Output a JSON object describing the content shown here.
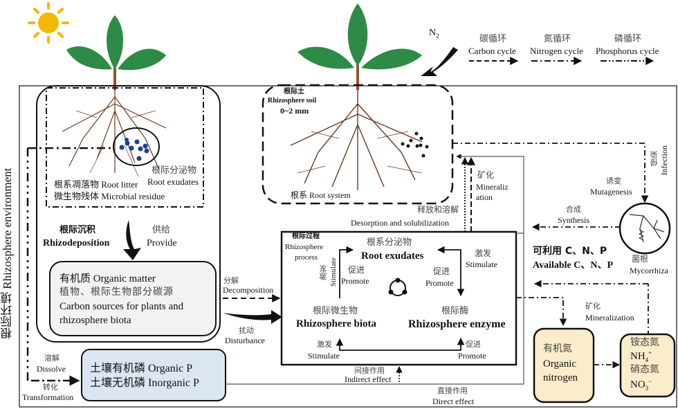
{
  "legend": {
    "carbon": {
      "zh": "碳循环",
      "en": "Carbon cycle"
    },
    "nitrogen": {
      "zh": "氮循环",
      "en": "Nitrogen cycle"
    },
    "phosphorus": {
      "zh": "磷循环",
      "en": "Phosphorus cycle"
    }
  },
  "n2": "N",
  "n2_sub": "2",
  "env_label": "根际环境 Rhizosphere environment",
  "left": {
    "root_exudates_zh": "根际分泌物",
    "root_exudates_en": "Root exudates",
    "root_litter": "根系凋落物 Root litter",
    "microbial_residue": "微生物残体 Microbial residue",
    "rhizodeposition_zh": "根际沉积",
    "rhizodeposition_en": "Rhizodeposition",
    "provide_zh": "供给",
    "provide_en": "Provide",
    "organic_matter_l1": "有机质 Organic matter",
    "organic_matter_l2": "植物、根际生物部分碳源",
    "organic_matter_l3": "Carbon sources for plants and",
    "organic_matter_l4": "rhizosphere biota",
    "decomposition_zh": "分解",
    "decomposition_en": "Decomposition",
    "disturbance_zh": "扰动",
    "disturbance_en": "Disturbance",
    "dissolve_zh": "溶解",
    "dissolve_en": "Dissolve",
    "transformation_zh": "转化",
    "transformation_en": "Transformation",
    "organic_p": "土壤有机磷 Organic P",
    "inorganic_p": "土壤无机磷 Inorganic P"
  },
  "soil": {
    "title_zh": "根际土",
    "title_en": "Rhizosphere soil",
    "depth": "0~2 mm",
    "root_system": "根系 Root system",
    "desorption_zh": "释放和溶解",
    "desorption_en": "Desorption and solubilization",
    "mineraliz_zh": "矿化",
    "mineraliz_en1": "Mineraliz",
    "mineraliz_en2": "ation"
  },
  "process": {
    "title_zh": "根际过程",
    "title_en1": "Rhizosphere",
    "title_en2": "process",
    "root_exudates_zh": "根系分泌物",
    "root_exudates_en": "Root exudates",
    "biota_zh": "根际微生物",
    "biota_en": "Rhizosphere biota",
    "enzyme_zh": "根际酶",
    "enzyme_en": "Rhizosphere enzyme",
    "stimulate_zh": "激发",
    "stimulate_en": "Stimulate",
    "promote_zh": "促进",
    "promote_en": "Promote",
    "indirect_zh": "间接作用",
    "indirect_en": "Indirect effect",
    "direct_zh": "直接作用",
    "direct_en": "Direct effect"
  },
  "right": {
    "infection_zh": "侵染",
    "infection_en": "Infection",
    "mutagenesis_zh": "诱变",
    "mutagenesis_en": "Mutagenesis",
    "synthesis_zh": "合成",
    "synthesis_en": "Synthesis",
    "available_zh": "可利用 C、N、P",
    "available_en": "Available C、N、P",
    "mycorrhiza_zh": "菌根",
    "mycorrhiza_en": "Mycorrhiza",
    "mineralization_zh": "矿化",
    "mineralization_en": "Mineralization",
    "organic_n_zh": "有机氮",
    "organic_n_en1": "Organic",
    "organic_n_en2": "nitrogen",
    "ammonium_zh": "铵态氮",
    "nh4": "NH",
    "nh4_sub": "4",
    "nh4_sup": "+",
    "nitrate_zh": "硝态氮",
    "no3": "NO",
    "no3_sub": "3",
    "no3_sup": "−"
  },
  "colors": {
    "leaf": "#2e8b47",
    "sun": "#f5b800",
    "root": "#6b3a1e",
    "organic_matter_fill": "#f2f2f2",
    "phosphorus_fill": "#dce6f2",
    "nitrogen_fill": "#fbeccb",
    "microbe_dot": "#1f3f8f"
  }
}
